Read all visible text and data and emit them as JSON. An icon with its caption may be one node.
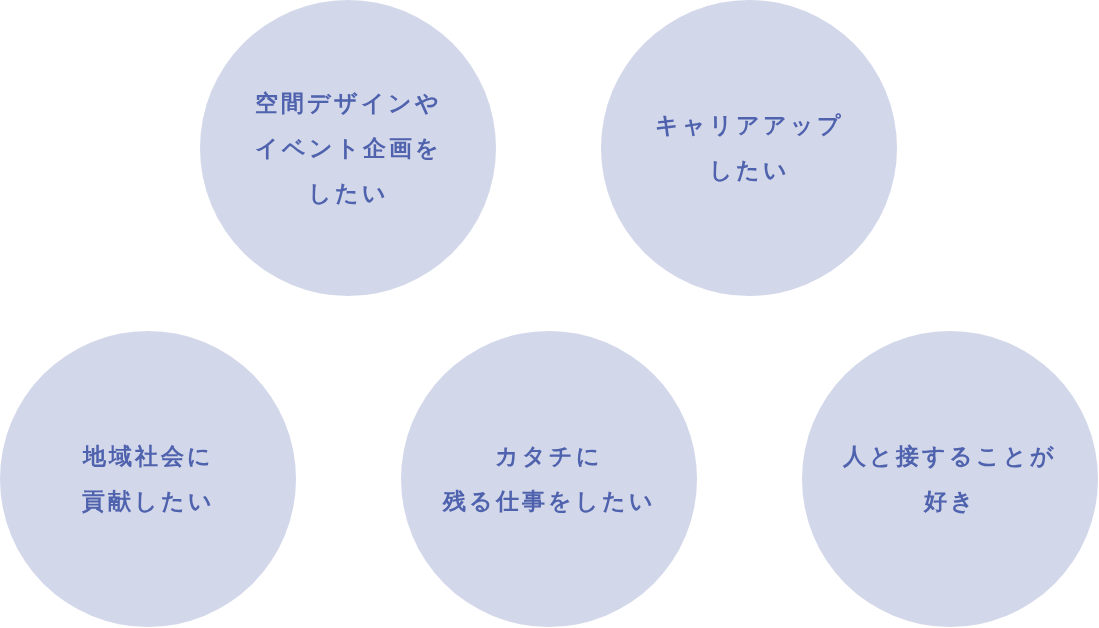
{
  "diagram": {
    "nodes": [
      {
        "text": [
          "空間デザインやイベント企画をしたい"
        ]
      },
      {
        "text": [
          "キャリアアップしたい"
        ]
      },
      {
        "text": [
          "地域社会に貢献したい"
        ]
      },
      {
        "text": [
          "カタチに残る仕事をしたい"
        ]
      },
      {
        "text": [
          "人と接することが好き"
        ]
      }
    ]
  }
}
